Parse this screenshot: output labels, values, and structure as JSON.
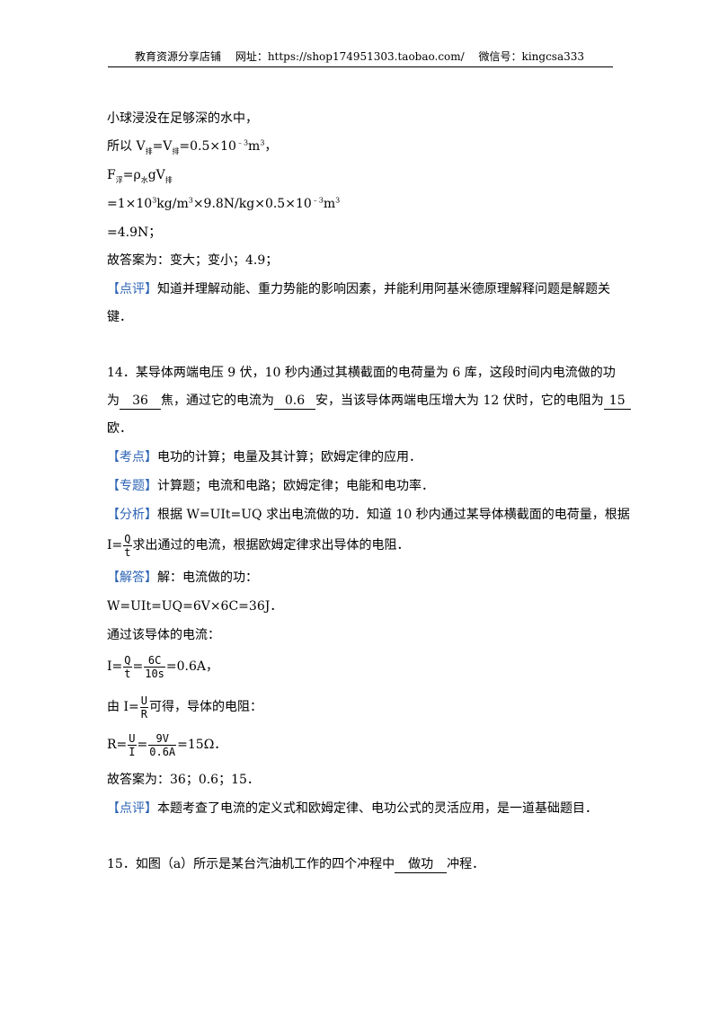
{
  "header": {
    "shop": "教育资源分享店铺",
    "url_label": "网址：https://shop174951303.taobao.com/",
    "wechat": "微信号：kingcsa333"
  },
  "lines": {
    "l1": "小球浸没在足够深的水中，",
    "l2_a": "所以 V",
    "l2_sub1": "排",
    "l2_b": "=V",
    "l2_sub2": "排",
    "l2_c": "=0.5×10",
    "l2_sup": "﹣3",
    "l2_d": "m",
    "l2_sup2": "3",
    "l2_e": "，",
    "l3_a": "F",
    "l3_sub1": "浮",
    "l3_b": "=ρ",
    "l3_sub2": "水",
    "l3_c": "gV",
    "l3_sub3": "排",
    "l4_a": "=1×10",
    "l4_sup1": "3",
    "l4_b": "kg/m",
    "l4_sup2": "3",
    "l4_c": "×9.8N/kg×0.5×10",
    "l4_sup3": "﹣3",
    "l4_d": "m",
    "l4_sup4": "3",
    "l5": "=4.9N；",
    "l6": "故答案为：变大；变小；4.9；",
    "l7_tag": "【点评】",
    "l7": "知道并理解动能、重力势能的影响因素，并能利用阿基米德原理解释问题是解题关",
    "l8": "键．"
  },
  "q14": {
    "text1": "14．某导体两端电压 9 伏，10 秒内通过其横截面的电荷量为 6 库，这段时间内电流做的功",
    "text2_a": "为",
    "ans1": "36",
    "text2_b": "焦，通过它的电流为",
    "ans2": "0.6",
    "text2_c": "安，当该导体两端电压增大为 12 伏时，它的电阻为",
    "ans3": "15",
    "text3": "欧．",
    "kaodian_tag": "【考点】",
    "kaodian": "电功的计算；电量及其计算；欧姆定律的应用．",
    "zhuanti_tag": "【专题】",
    "zhuanti": "计算题；电流和电路；欧姆定律；电能和电功率．",
    "fenxi_tag": "【分析】",
    "fenxi1": "根据 W=UIt=UQ 求出电流做的功．知道 10 秒内通过某导体横截面的电荷量，根据",
    "fenxi2_a": "I=",
    "fenxi2_num": "Q",
    "fenxi2_den": "t",
    "fenxi2_b": "求出通过的电流，根据欧姆定律求出导体的电阻．",
    "jieda_tag": "【解答】",
    "jieda": "解：电流做的功：",
    "eq1": "W=UIt=UQ=6V×6C=36J．",
    "eq2_label": "通过该导体的电流：",
    "eq3_a": "I=",
    "eq3_n1": "Q",
    "eq3_d1": "t",
    "eq3_eq": "=",
    "eq3_n2": "6C",
    "eq3_d2": "10s",
    "eq3_b": "=0.6A，",
    "eq4_a": "由 I=",
    "eq4_num": "U",
    "eq4_den": "R",
    "eq4_b": "可得，导体的电阻：",
    "eq5_a": "R=",
    "eq5_n1": "U",
    "eq5_d1": "I",
    "eq5_eq": "=",
    "eq5_n2": "9V",
    "eq5_d2": "0.6A",
    "eq5_b": "=15Ω．",
    "answer": "故答案为：36；0.6；15．",
    "dianping_tag": "【点评】",
    "dianping": "本题考查了电流的定义式和欧姆定律、电功公式的灵活应用，是一道基础题目．"
  },
  "q15": {
    "text_a": "15．如图（a）所示是某台汽油机工作的四个冲程中",
    "ans": "做功",
    "text_b": "冲程．"
  },
  "colors": {
    "tag": "#2e64b4"
  }
}
